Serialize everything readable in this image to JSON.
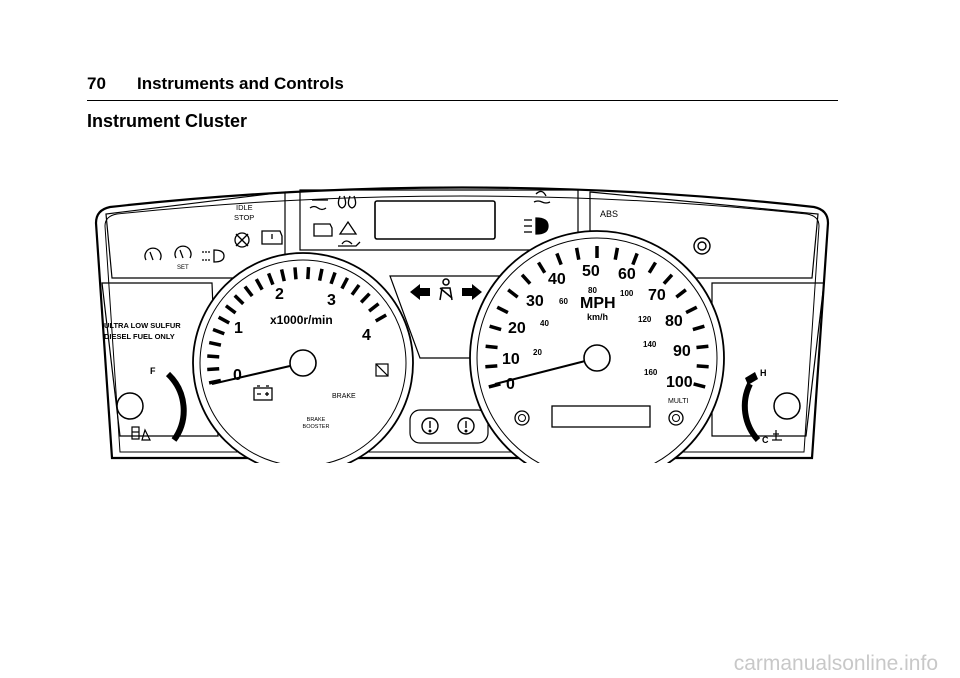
{
  "header": {
    "page_number": "70",
    "section": "Instruments and Controls"
  },
  "page_title": "Instrument Cluster",
  "cluster": {
    "indicators": {
      "idle_stop_line1": "IDLE",
      "idle_stop_line2": "STOP",
      "set": "SET",
      "abs": "ABS"
    },
    "fuel_label": {
      "line1": "ULTRA LOW SULFUR",
      "line2": "DIESEL FUEL ONLY"
    },
    "fuel_gauge": {
      "full": "F"
    },
    "temp_gauge": {
      "hot": "H",
      "cold": "C"
    },
    "tachometer": {
      "unit": "x1000r/min",
      "numbers": [
        "0",
        "1",
        "2",
        "3",
        "4"
      ],
      "brake": "BRAKE",
      "brake_booster_line1": "BRAKE",
      "brake_booster_line2": "BOOSTER"
    },
    "speedometer": {
      "unit_mph": "MPH",
      "unit_kmh": "km/h",
      "mph_numbers": [
        "0",
        "10",
        "20",
        "30",
        "40",
        "50",
        "60",
        "70",
        "80",
        "90",
        "100"
      ],
      "kmh_numbers": [
        "20",
        "40",
        "60",
        "80",
        "100",
        "120",
        "140",
        "160"
      ],
      "multi": "MULTI"
    }
  },
  "watermark": "carmanualsonline.info"
}
